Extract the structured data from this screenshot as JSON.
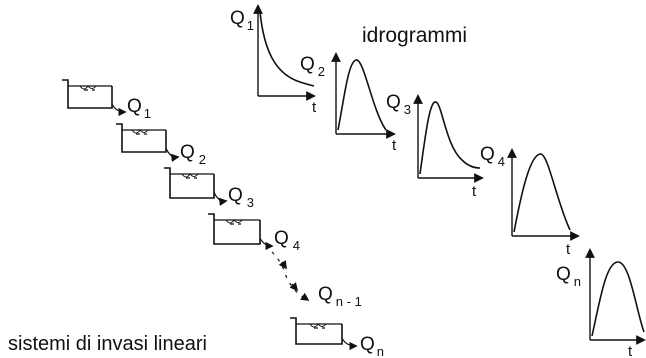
{
  "labels": {
    "title": "idrogrammi",
    "caption": "sistemi di invasi lineari",
    "axis_q1": "Q",
    "axis_q1_sub": "1",
    "axis_t": "t"
  },
  "flows": [
    {
      "base": "Q",
      "sub": "1"
    },
    {
      "base": "Q",
      "sub": "2"
    },
    {
      "base": "Q",
      "sub": "3"
    },
    {
      "base": "Q",
      "sub": "4"
    },
    {
      "base": "Q",
      "sub": "n - 1"
    },
    {
      "base": "Q",
      "sub": "n"
    }
  ],
  "graph_labels": [
    {
      "base": "Q",
      "sub": "2"
    },
    {
      "base": "Q",
      "sub": "3"
    },
    {
      "base": "Q",
      "sub": "4"
    },
    {
      "base": "Q",
      "sub": "n"
    }
  ],
  "icons": {
    "reservoir": "reservoir-icon",
    "flow_arrow": "flow-arrow-icon",
    "hydrograph": "hydrograph-icon"
  }
}
